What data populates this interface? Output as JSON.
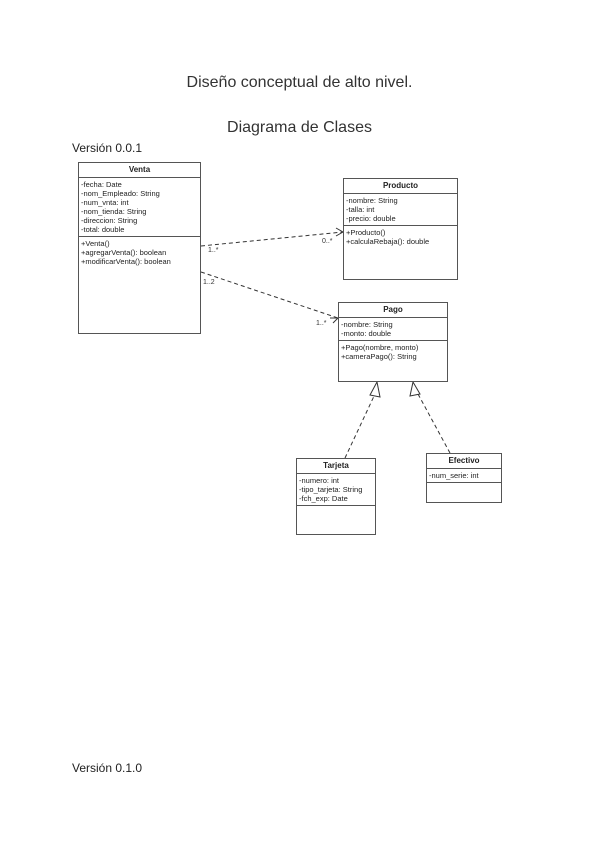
{
  "page": {
    "title": "Diseño conceptual de alto nivel.",
    "subtitle": "Diagrama de Clases",
    "version_top": "Versión 0.0.1",
    "version_bottom": "Versión 0.1.0"
  },
  "classes": {
    "venta": {
      "name": "Venta",
      "attributes": [
        "-fecha: Date",
        "-nom_Empleado: String",
        "-num_vnta: int",
        "-nom_tienda: String",
        "-direccion: String",
        "-total: double"
      ],
      "methods": [
        "+Venta()",
        "+agregarVenta(): boolean",
        "+modificarVenta(): boolean"
      ]
    },
    "producto": {
      "name": "Producto",
      "attributes": [
        "-nombre: String",
        "-talla: int",
        "-precio: double"
      ],
      "methods": [
        "+Producto()",
        "+calculaRebaja(): double"
      ]
    },
    "pago": {
      "name": "Pago",
      "attributes": [
        "-nombre: String",
        "-monto: double"
      ],
      "methods": [
        "+Pago(nombre, monto)",
        "+cameraPago(): String"
      ]
    },
    "tarjeta": {
      "name": "Tarjeta",
      "attributes": [
        "-numero: int",
        "-tipo_tarjeta: String",
        "-fch_exp: Date"
      ],
      "methods": []
    },
    "efectivo": {
      "name": "Efectivo",
      "attributes": [
        "-num_serie: int"
      ],
      "methods": []
    }
  },
  "relations": {
    "venta_producto": {
      "source_mult": "1..*",
      "target_mult": "0..*"
    },
    "venta_pago": {
      "source_mult": "1..2",
      "target_mult": "1..*"
    }
  }
}
